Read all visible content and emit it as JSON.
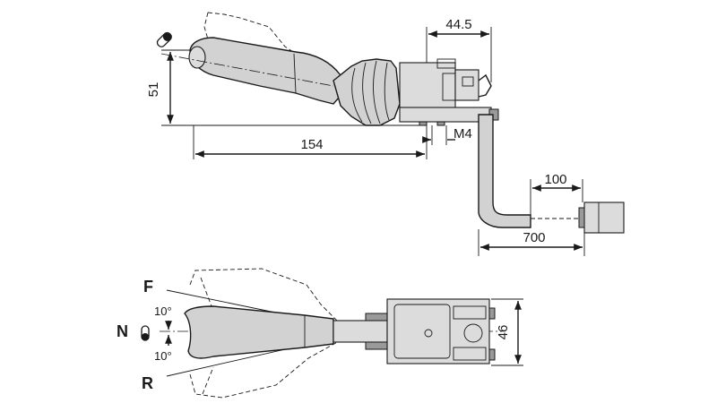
{
  "dimensions": {
    "handle_rise": "51",
    "housing_offset": "44.5",
    "lever_length": "154",
    "thread": "M4",
    "connector_lead": "100",
    "cable_length": "700",
    "body_width": "46"
  },
  "positions": {
    "forward": "F",
    "neutral": "N",
    "reverse": "R",
    "angle_forward": "10°",
    "angle_reverse": "10°"
  }
}
